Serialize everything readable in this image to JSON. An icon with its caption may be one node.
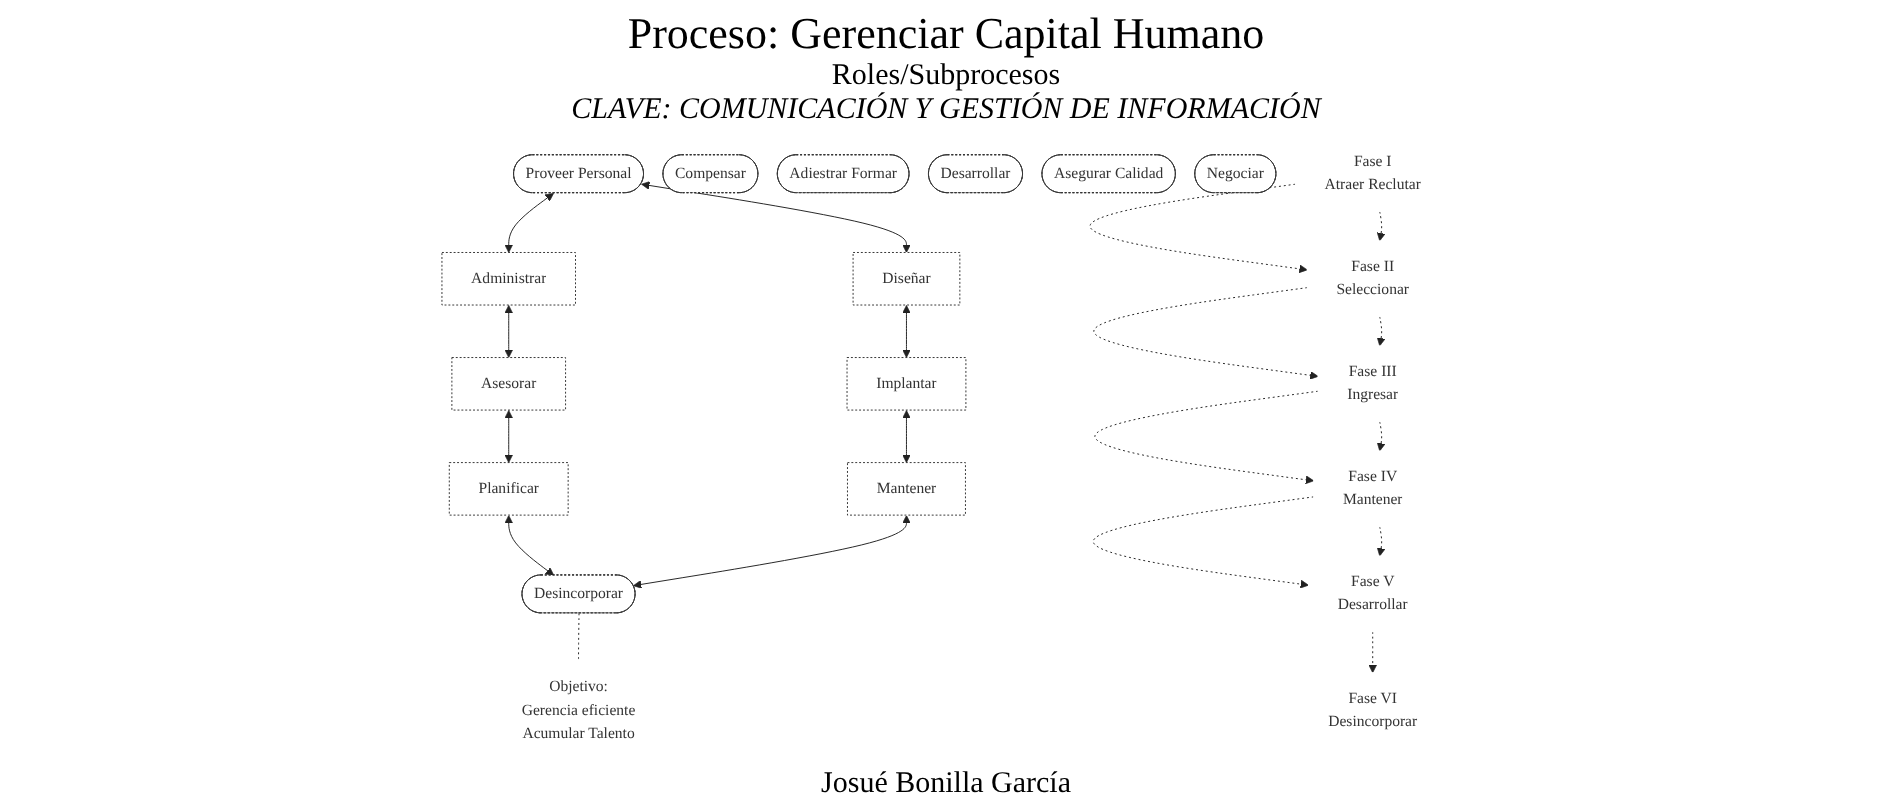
{
  "diagram": {
    "title": "Proceso: Gerenciar Capital Humano",
    "nodes": [
      {
        "text": [
          "Administrar"
        ]
      },
      {
        "text": [
          "Asesorar"
        ]
      },
      {
        "text": [
          "Planificar"
        ]
      },
      {
        "text": [
          "Proveer Personal"
        ]
      },
      {
        "text": [
          "Compensar"
        ]
      },
      {
        "text": [
          "Adiestrar Formar"
        ]
      },
      {
        "text": [
          "Desarrollar"
        ]
      },
      {
        "text": [
          "Asegurar Calidad"
        ]
      },
      {
        "text": [
          "Negociar"
        ]
      },
      {
        "text": [
          "Desincorporar"
        ]
      },
      {
        "text": [
          "Objetivo:",
          "Gerencia eficiente",
          "Acumular Talento"
        ]
      },
      {
        "text": [
          "Diseñar"
        ]
      },
      {
        "text": [
          "Implantar"
        ]
      },
      {
        "text": [
          "Mantener"
        ]
      },
      {
        "text": [
          "Fase I",
          "Atraer Reclutar"
        ]
      },
      {
        "text": [
          "Fase II",
          "Seleccionar"
        ]
      },
      {
        "text": [
          "Fase III",
          "Ingresar"
        ]
      },
      {
        "text": [
          "Fase IV",
          "Mantener"
        ]
      },
      {
        "text": [
          "Fase V",
          "Desarrollar"
        ]
      },
      {
        "text": [
          "Fase VI",
          "Desincorporar"
        ]
      }
    ],
    "edges": [
      {
        "from": 3,
        "to": 0,
        "arrow": "both"
      },
      {
        "from": 0,
        "to": 1,
        "arrow": "both"
      },
      {
        "from": 1,
        "to": 2,
        "arrow": "both"
      },
      {
        "from": 2,
        "to": 9,
        "arrow": "both"
      },
      {
        "from": 3,
        "to": 11,
        "arrow": "both"
      },
      {
        "from": 11,
        "to": 12,
        "arrow": "both"
      },
      {
        "from": 12,
        "to": 13,
        "arrow": "both"
      },
      {
        "from": 13,
        "to": 9,
        "arrow": "both"
      },
      {
        "from": 9,
        "to": 10,
        "arrow": "none",
        "style": "dashed"
      },
      {
        "from": 14,
        "to": 15,
        "arrow": "to",
        "style": "dashed"
      },
      {
        "from": 15,
        "to": 16,
        "arrow": "to",
        "style": "dashed"
      },
      {
        "from": 16,
        "to": 17,
        "arrow": "to",
        "style": "dashed"
      },
      {
        "from": 17,
        "to": 18,
        "arrow": "to",
        "style": "dashed"
      },
      {
        "from": 18,
        "to": 19,
        "arrow": "to",
        "style": "dashed"
      },
      {
        "from": 14,
        "to": 15,
        "arrow": "to",
        "style": "dashed"
      },
      {
        "from": 15,
        "to": 16,
        "arrow": "to",
        "style": "dashed"
      },
      {
        "from": 16,
        "to": 17,
        "arrow": "to",
        "style": "dashed"
      },
      {
        "from": 17,
        "to": 18,
        "arrow": "to",
        "style": "dashed"
      }
    ],
    "labels": [
      "Roles/Subprocesos",
      "CLAVE: COMUNICACIÓN Y GESTIÓN DE INFORMACIÓN",
      "Josué Bonilla García"
    ]
  }
}
